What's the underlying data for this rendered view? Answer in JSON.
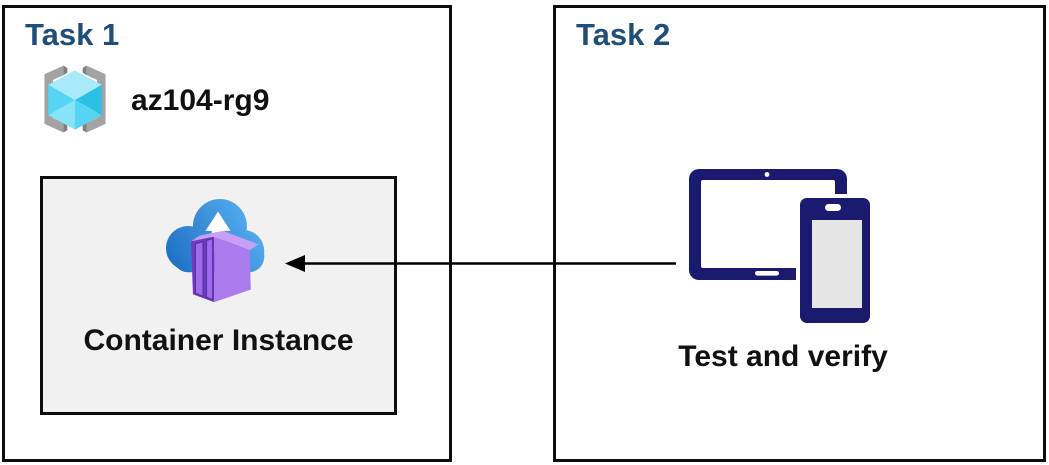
{
  "task1": {
    "title": "Task 1",
    "resource_group": {
      "name": "az104-rg9",
      "icon": "resource-group-icon"
    },
    "container": {
      "label": "Container Instance",
      "icon": "container-instance-icon"
    }
  },
  "task2": {
    "title": "Task 2",
    "caption": "Test and verify",
    "icon": "tablet-phone-icon"
  },
  "arrow": {
    "direction": "right-to-left",
    "from": "tablet-phone-icon",
    "to": "container-instance-icon"
  },
  "colors": {
    "title_navy": "#1f4e79",
    "label_black": "#111111",
    "box_border": "#0d0d0d",
    "inner_box_bg": "#f1f1f1",
    "device_navy": "#1a1b6e",
    "device_screen_gray": "#e5e5e5",
    "cloud_blue_dark": "#1e6fc4",
    "cloud_blue_light": "#5db5f3",
    "container_purple_left": "#6f3dc0",
    "container_purple_panel": "#9e6ce8",
    "container_purple_right": "#aa7bec",
    "container_purple_top": "#c79ff5",
    "cube_cyan_top": "#a8eafa",
    "cube_cyan_left": "#55d4f3",
    "cube_cyan_right": "#2cc0e7",
    "cube_cyan_bottom": "#86e3f8",
    "bracket_gray": "#a3a3a3",
    "bracket_gray_dark": "#7f7f7f"
  }
}
